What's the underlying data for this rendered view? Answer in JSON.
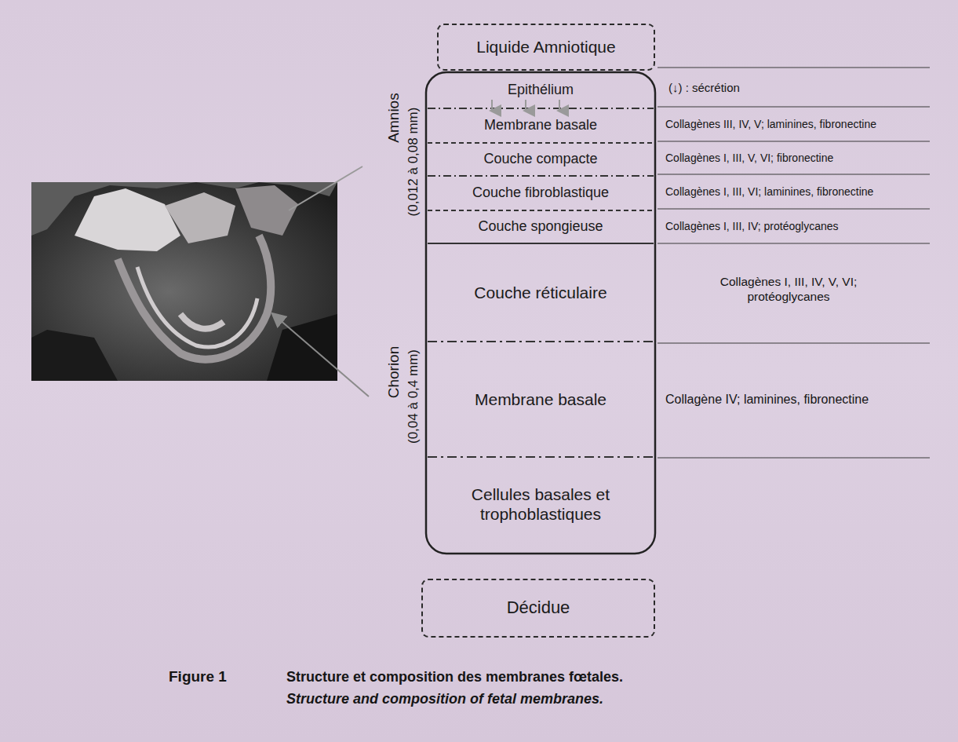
{
  "diagram": {
    "caption": "Structure et composition des membranes fœtales.",
    "nodes": [
      {
        "text": [
          "Liquide Amniotique"
        ]
      },
      {
        "text": [
          "Epithélium"
        ]
      },
      {
        "text": [
          "Membrane basale"
        ]
      },
      {
        "text": [
          "Couche compacte"
        ]
      },
      {
        "text": [
          "Couche fibroblastique"
        ]
      },
      {
        "text": [
          "Couche spongieuse"
        ]
      },
      {
        "text": [
          "Couche réticulaire"
        ]
      },
      {
        "text": [
          "Membrane basale"
        ]
      },
      {
        "text": [
          "Cellules basales et trophoblastiques"
        ]
      },
      {
        "text": [
          "Décidue"
        ]
      }
    ],
    "labels": [
      "Amnios",
      "(0,012 à 0,08 mm)",
      "Chorion",
      "(0,04 à 0,4 mm)",
      "(↓) : sécrétion",
      "Collagènes III, IV, V; laminines, fibronectine",
      "Collagènes I, III, V, VI; fibronectine",
      "Collagènes I, III, VI; laminines, fibronectine",
      "Collagènes I, III, IV; protéoglycanes",
      "Collagènes I, III, IV, V, VI; protéoglycanes",
      "Collagène IV; laminines, fibronectine",
      "Figure 1",
      "Structure and composition of fetal membranes."
    ]
  }
}
